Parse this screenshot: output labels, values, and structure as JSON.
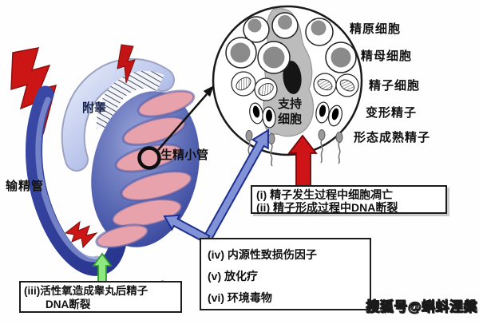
{
  "diagram": {
    "title": "spermatogenesis-damage-diagram",
    "anatomy_labels": {
      "vas_deferens": "输精管",
      "epididymis": "附睾",
      "seminiferous_tubule": "生精小管",
      "sertoli_cell_line1": "支持",
      "sertoli_cell_line2": "细胞"
    },
    "cell_type_labels": [
      "精原细胞",
      "精母细胞",
      "精子细胞",
      "变形精子",
      "形态成熟精子"
    ],
    "callout_boxes": {
      "apoptosis_box": {
        "lines": [
          "(i) 精子发生过程中细胞凋亡",
          "(ii) 精子形成过程中DNA断裂"
        ]
      },
      "external_factors_box": {
        "lines": [
          "(iv) 内源性致损伤因子",
          "(v) 放化疗",
          "(vi) 环境毒物"
        ]
      },
      "ros_box": {
        "lines": [
          "(iii)活性氧造成睾丸后精子",
          "DNA断裂"
        ]
      }
    },
    "watermark": "搜狐号@蝌蚪涅槃",
    "colors": {
      "lightning_red": "#cc1616",
      "arrow_red": "#cf1418",
      "arrow_blue": "#8193d6",
      "arrow_blue_outline": "#1e2f8f",
      "arrow_green": "#8ee87e",
      "arrow_green_outline": "#2f9a2f",
      "testis_blue": "#31409a",
      "tubule_pink": "#e7a2ab",
      "epididymis_blue": "#b9c4ea",
      "sertoli_gray": "#bcbcbc"
    }
  }
}
